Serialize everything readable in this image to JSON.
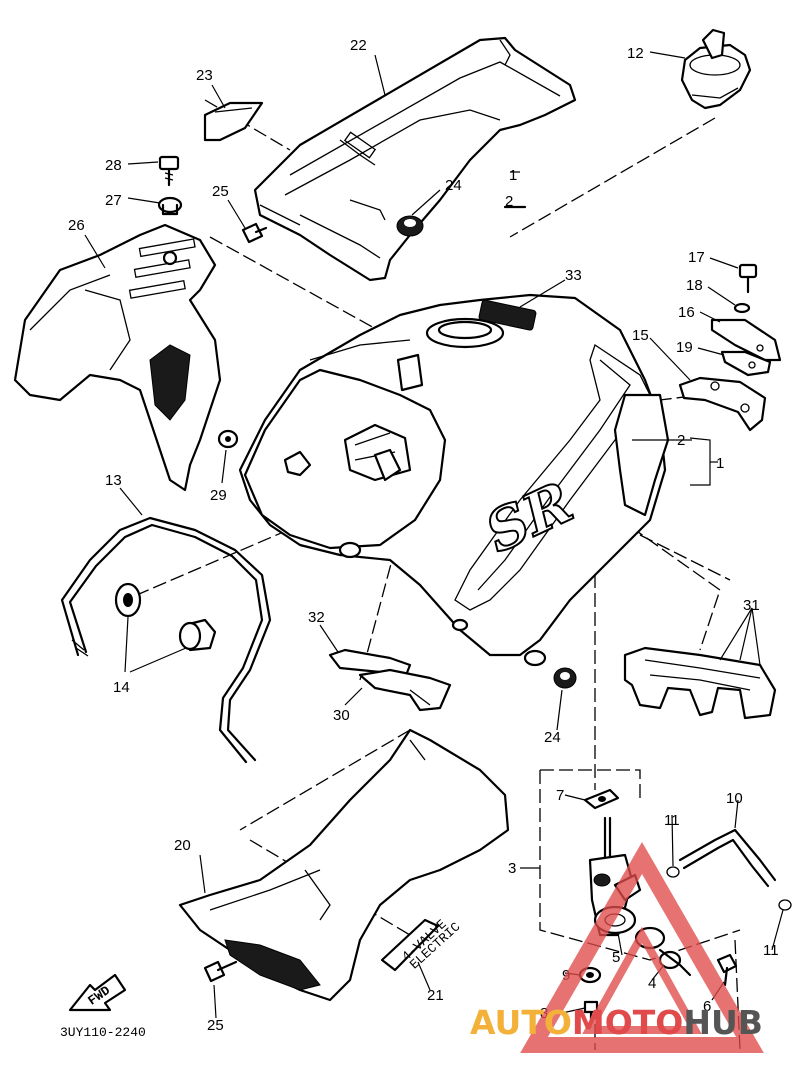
{
  "diagram": {
    "part_numbers": {
      "n1a": "1",
      "n1b": "1",
      "n2a": "2",
      "n2b": "2",
      "n3": "3",
      "n4": "4",
      "n5": "5",
      "n6": "6",
      "n7": "7",
      "n8": "8",
      "n9": "9",
      "n10": "10",
      "n11a": "11",
      "n11b": "11",
      "n12": "12",
      "n13": "13",
      "n14": "14",
      "n15": "15",
      "n16": "16",
      "n17": "17",
      "n18": "18",
      "n19": "19",
      "n20": "20",
      "n21": "21",
      "n22": "22",
      "n23": "23",
      "n24a": "24",
      "n24b": "24",
      "n25a": "25",
      "n25b": "25",
      "n26": "26",
      "n27": "27",
      "n28": "28",
      "n29": "29",
      "n30": "30",
      "n31": "31",
      "n32": "32",
      "n33": "33"
    },
    "fwd_label": "FWD",
    "drawing_code": "3UY110-2240",
    "decal_label_line1": "4-VALVE",
    "decal_label_line2": "ELECTRIC",
    "tank_emblem": "SR"
  },
  "watermark": {
    "part1": "AUTO",
    "part2": "MOTO",
    "part3": "HUB",
    "colors": {
      "part1": "#f3b13a",
      "part2": "#e04a4a",
      "part3": "#555555",
      "triangle": "#e04a4a"
    }
  }
}
